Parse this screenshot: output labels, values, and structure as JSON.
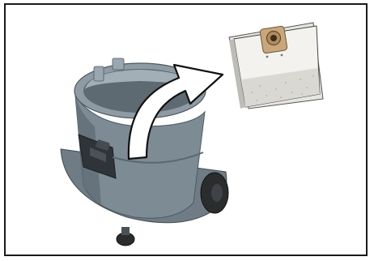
{
  "illustration": {
    "subject": "vacuum-cleaner-dust-bag-insertion",
    "elements": [
      "vacuum-container",
      "dust-bag",
      "insertion-arrow"
    ]
  },
  "colors": {
    "frame_border": "#1a1a1a",
    "container_body": "#7d8b95",
    "container_shadow": "#5d6a73",
    "container_highlight": "#9aa7b0",
    "wheel": "#2a2c2e",
    "handle_panel": "#2f3438",
    "bag_paper": "#f3f2ee",
    "bag_dust": "#d9d8d3",
    "bag_collar": "#c9a77a",
    "arrow_fill": "#ffffff",
    "arrow_stroke": "#111111"
  }
}
